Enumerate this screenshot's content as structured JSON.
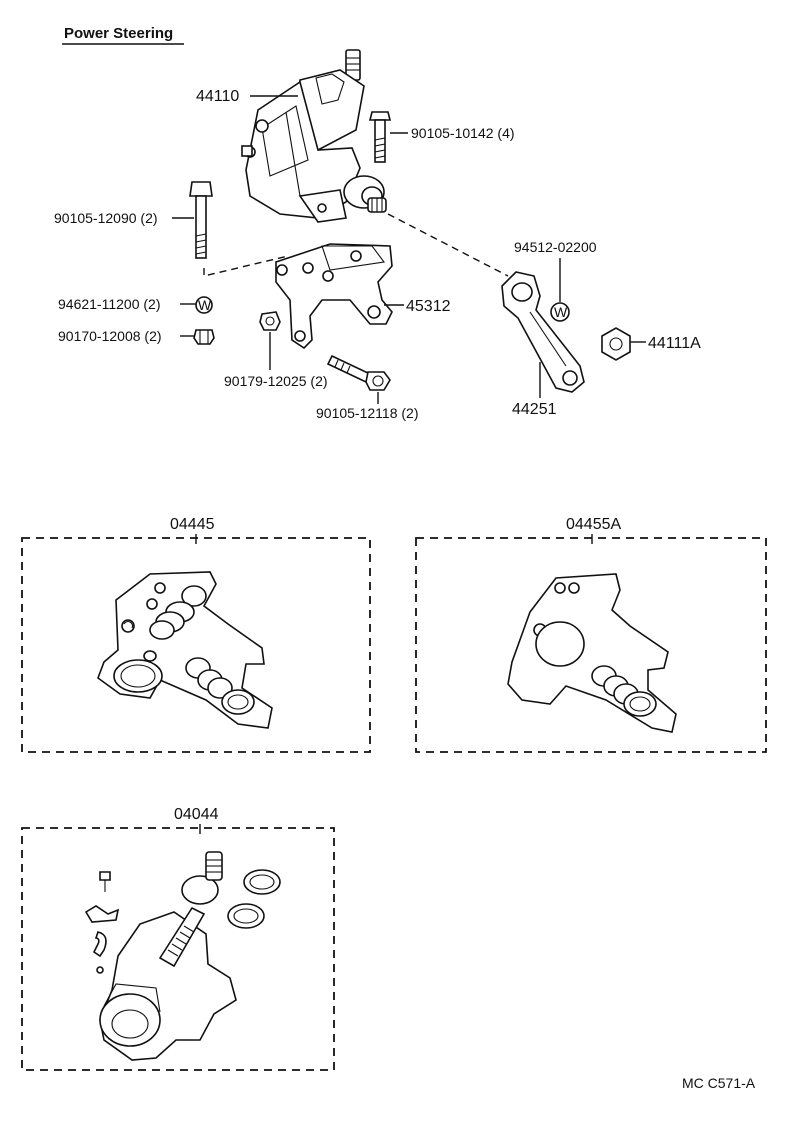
{
  "title": "Power Steering",
  "labels": {
    "p44110": "44110",
    "p90105_10142": "90105-10142 (4)",
    "p90105_12090": "90105-12090 (2)",
    "p94512_02200": "94512-02200",
    "p94621_11200": "94621-11200 (2)",
    "p45312": "45312",
    "p90170_12008": "90170-12008 (2)",
    "p44111A": "44111A",
    "p90179_12025": "90179-12025 (2)",
    "p44251": "44251",
    "p90105_12118": "90105-12118 (2)"
  },
  "kits": {
    "k04445": "04445",
    "k04455A": "04455A",
    "k04044": "04044"
  },
  "footer": "MC  C571-A"
}
